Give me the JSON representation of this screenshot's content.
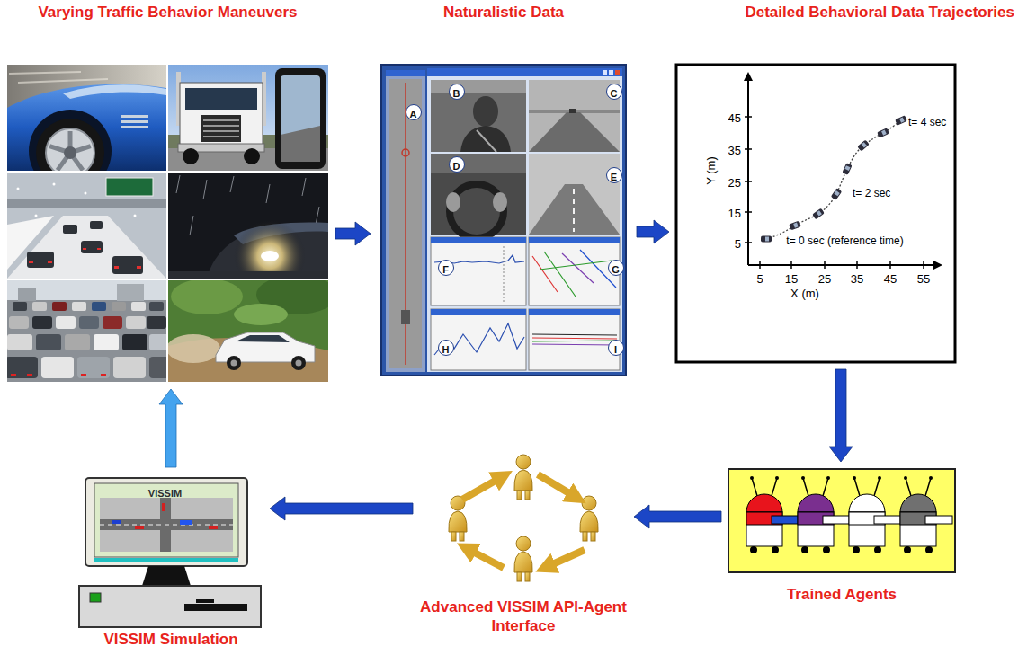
{
  "diagram": {
    "nodes": [
      {
        "text": [
          "Varying Traffic Behavior Maneuvers"
        ]
      },
      {
        "text": [
          "Naturalistic Data"
        ]
      },
      {
        "text": [
          "A"
        ],
        "in": 1
      },
      {
        "text": [
          "B"
        ],
        "in": 1
      },
      {
        "text": [
          "C"
        ],
        "in": 1
      },
      {
        "text": [
          "D"
        ],
        "in": 1
      },
      {
        "text": [
          "E"
        ],
        "in": 1
      },
      {
        "text": [
          "F"
        ],
        "in": 1
      },
      {
        "text": [
          "G"
        ],
        "in": 1
      },
      {
        "text": [
          "H"
        ],
        "in": 1
      },
      {
        "text": [
          "I"
        ],
        "in": 1
      },
      {
        "text": [
          "Detailed Behavioral Data Trajectories"
        ]
      },
      {
        "text": [
          "VISSIM",
          "VISSIM Simulation"
        ]
      },
      {
        "text": [
          "Advanced VISSIM API-Agent Interface"
        ]
      },
      {
        "text": [
          "Trained Agents"
        ]
      }
    ],
    "edges": [
      {
        "from": 0,
        "to": 1,
        "arrow": "to"
      },
      {
        "from": 1,
        "to": 11,
        "arrow": "to"
      },
      {
        "from": 11,
        "to": 14,
        "arrow": "to"
      },
      {
        "from": 14,
        "to": 13,
        "arrow": "to"
      },
      {
        "from": 13,
        "to": 12,
        "arrow": "to"
      },
      {
        "from": 12,
        "to": 0,
        "arrow": "to"
      }
    ],
    "labels": [
      "Y (m)",
      "45",
      "35",
      "25",
      "15",
      "5",
      "X (m)",
      "5",
      "15",
      "25",
      "35",
      "45",
      "55",
      "t= 4 sec",
      "t= 2 sec",
      "t= 0 sec (reference time)"
    ]
  }
}
